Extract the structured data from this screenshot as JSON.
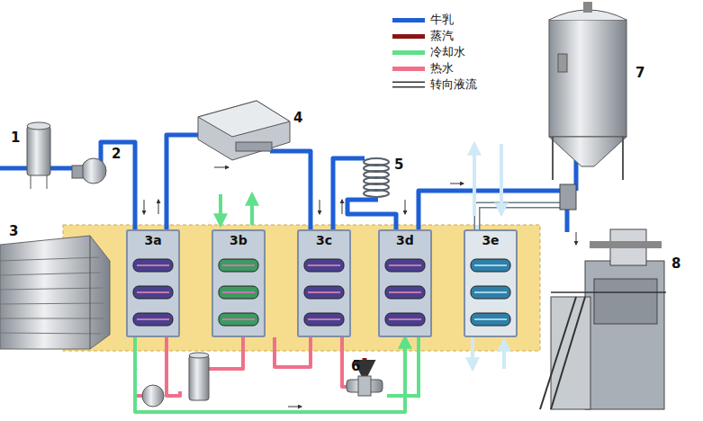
{
  "diagram": {
    "nodes": [
      {
        "text": [
          "3a"
        ]
      },
      {
        "text": [
          "3b"
        ]
      },
      {
        "text": [
          "3c"
        ]
      },
      {
        "text": [
          "3d"
        ]
      },
      {
        "text": [
          "3e"
        ]
      }
    ],
    "edges": [
      {
        "from": 0,
        "to": 3,
        "arrow": "to"
      }
    ],
    "labels": [
      "1",
      "2",
      "3",
      "4",
      "5",
      "6",
      "7",
      "8"
    ],
    "legend": [
      {
        "text": "牛乳",
        "color": "#1f5fd6"
      },
      {
        "text": "蒸汽",
        "color": "#8b1414"
      },
      {
        "text": "冷却水",
        "color": "#5fe08a"
      },
      {
        "text": "热水",
        "color": "#f0708a"
      },
      {
        "text": "转向液流"
      }
    ]
  }
}
